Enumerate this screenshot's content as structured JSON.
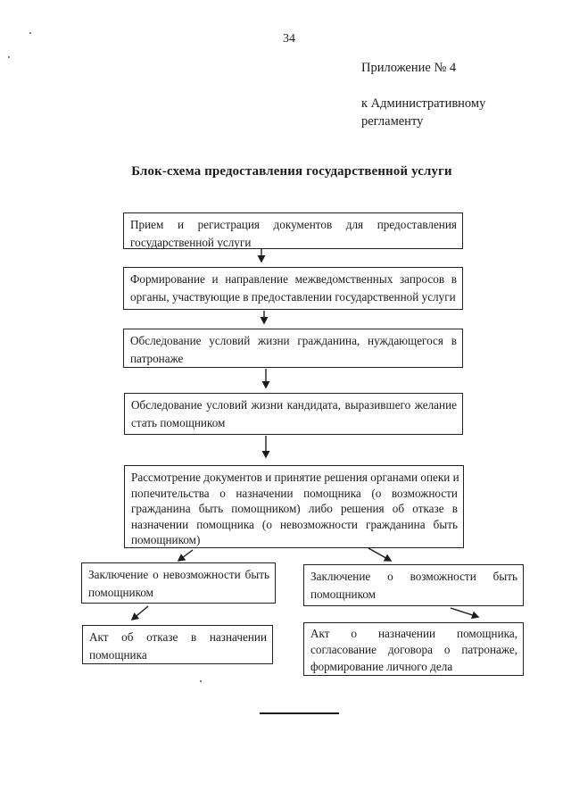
{
  "page": {
    "number": "34",
    "appendix_line1": "Приложение № 4",
    "appendix_line2": "к Административному",
    "appendix_line3": "регламенту",
    "title": "Блок-схема предоставления государственной услуги"
  },
  "colors": {
    "ink": "#1b1b1b",
    "background": "#ffffff"
  },
  "flowchart": {
    "boxes": [
      {
        "lines": [
          "Прием и регистрация документов для предоставления",
          "государственной услуги"
        ]
      },
      {
        "lines": [
          "Формирование и направление межведомственных запросов в",
          "органы, участвующие в предоставлении государственной услуги"
        ]
      },
      {
        "lines": [
          "Обследование условий жизни гражданина, нуждающегося в",
          "патронаже"
        ]
      },
      {
        "lines": [
          "Обследование условий жизни кандидата, выразившего желание",
          "стать помощником"
        ]
      },
      {
        "lines": [
          "Рассмотрение документов и принятие решения органами опеки и",
          "попечительства о назначении помощника (о возможности",
          "гражданина быть помощником) либо решения об отказе в",
          "назначении помощника (о невозможности гражданина быть",
          "помощником)"
        ]
      },
      {
        "lines": [
          "Заключение о невозможности быть",
          "помощником"
        ]
      },
      {
        "lines": [
          "Заключение о возможности быть",
          "помощником"
        ]
      },
      {
        "lines": [
          "Акт об отказе в назначении",
          "помощника"
        ]
      },
      {
        "lines": [
          "Акт о назначении помощника,",
          "согласование договора о патронаже,",
          "формирование личного дела"
        ]
      }
    ]
  }
}
